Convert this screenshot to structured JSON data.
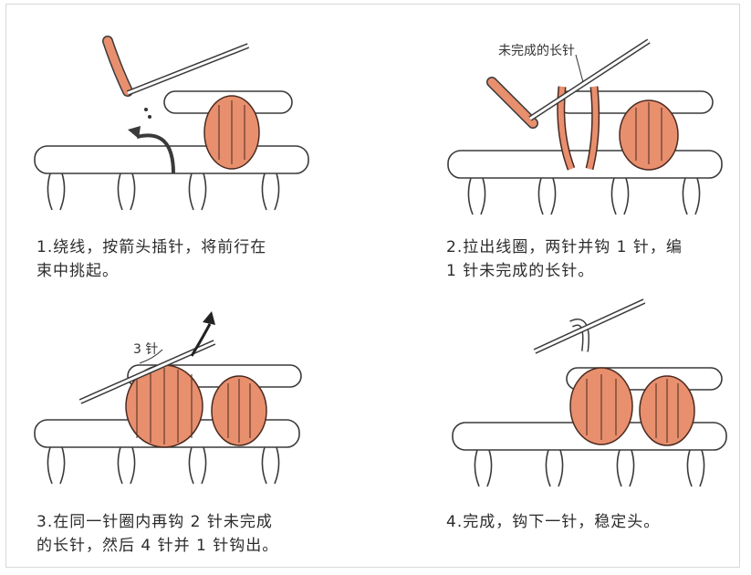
{
  "steps": [
    {
      "caption": "1.绕线，按箭头插针，将前行在\n束中挑起。"
    },
    {
      "caption": "2.拉出线圈，两针并钩 1 针，编\n1 针未完成的长针。",
      "label": "未完成的长针"
    },
    {
      "caption": "3.在同一针圈内再钩 2 针未完成\n的长针，然后 4 针并 1 针钩出。",
      "label": "3 针"
    },
    {
      "caption": "4.完成，钩下一针，稳定头。"
    }
  ],
  "colors": {
    "yarn_fill": "#e88f6e",
    "yarn_stroke": "#4a2a20",
    "line": "#3a3a3a"
  }
}
